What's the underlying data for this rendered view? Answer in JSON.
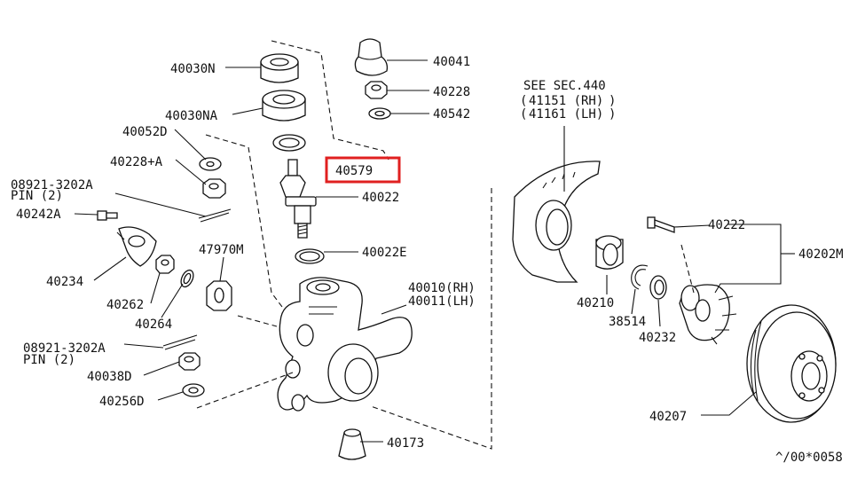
{
  "labels": {
    "p40030N": "40030N",
    "p40030NA": "40030NA",
    "p40052D": "40052D",
    "p40228A": "40228+A",
    "p08921a": "08921-3202A",
    "pin2a": "PIN (2)",
    "p40242A": "40242A",
    "p40234": "40234",
    "p40262": "40262",
    "p40264": "40264",
    "p47970M": "47970M",
    "p08921b": "08921-3202A",
    "pin2b": "PIN (2)",
    "p40038D": "40038D",
    "p40256D": "40256D",
    "p40041": "40041",
    "p40228": "40228",
    "p40542": "40542",
    "p40579": "40579",
    "p40022": "40022",
    "p40022E": "40022E",
    "p40010": "40010(RH)",
    "p40011": "40011(LH)",
    "p40173": "40173",
    "see_sec": "SEE SEC.440",
    "p41151": "41151  (RH)",
    "p41161": "41161  (LH)",
    "p40222": "40222",
    "p40202M": "40202M",
    "p40210": "40210",
    "p38514": "38514",
    "p40232": "40232",
    "p40207": "40207",
    "footer_code": "^/00*0058"
  },
  "highlight": {
    "label": "40579",
    "color": "#e02020"
  }
}
